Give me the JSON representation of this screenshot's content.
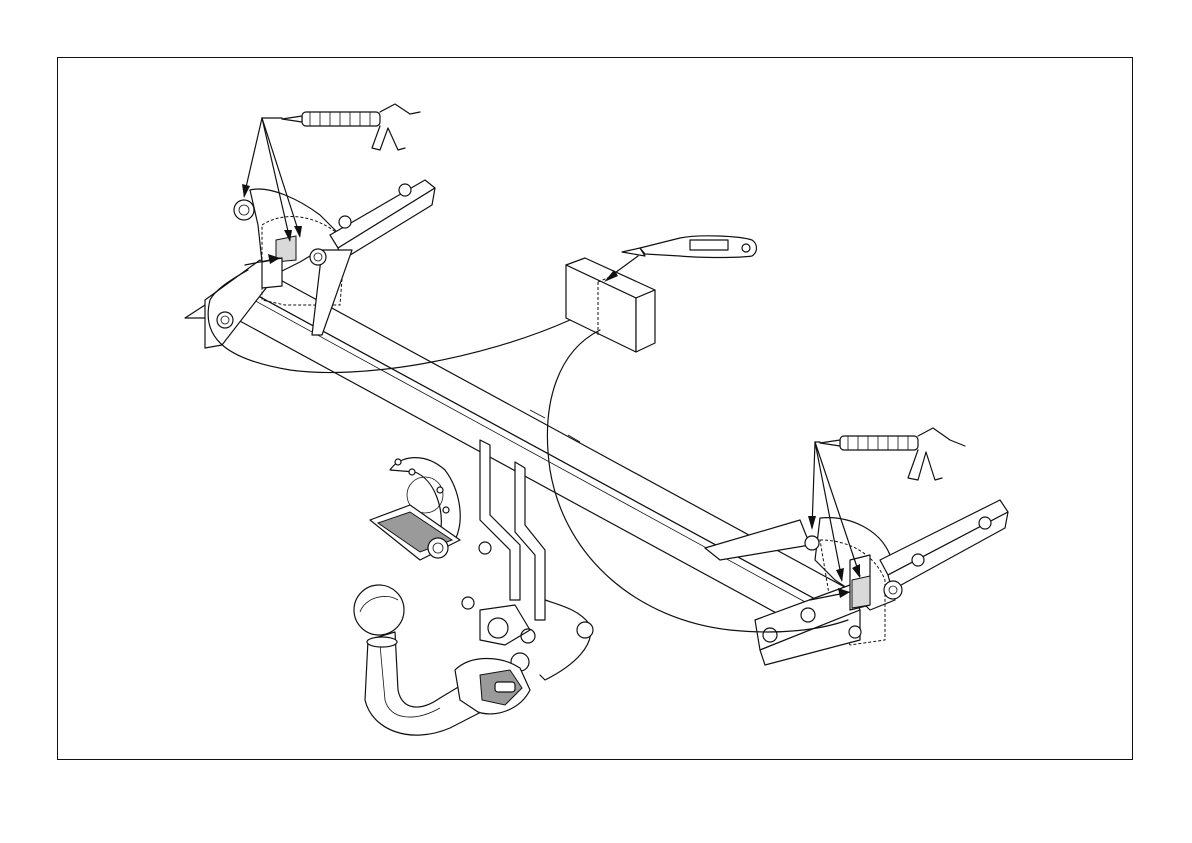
{
  "diagram": {
    "caption": "",
    "components": [
      {
        "name": "sealant-gun",
        "icon": "caulking-gun-icon",
        "count": 2
      },
      {
        "name": "utility-knife",
        "icon": "knife-icon"
      },
      {
        "name": "sealant-block",
        "icon": "block-icon"
      },
      {
        "name": "tow-bar-crossbar",
        "icon": "crossbar-icon"
      },
      {
        "name": "tow-ball",
        "icon": "tow-ball-icon"
      },
      {
        "name": "socket-bracket",
        "icon": "socket-bracket-icon"
      },
      {
        "name": "mounting-bracket-left",
        "icon": "bracket-icon"
      },
      {
        "name": "mounting-bracket-right",
        "icon": "bracket-icon"
      }
    ],
    "colors": {
      "line": "#111111",
      "shade": "#d9d9d9",
      "dark": "#9a9a9a",
      "background": "#ffffff"
    }
  }
}
